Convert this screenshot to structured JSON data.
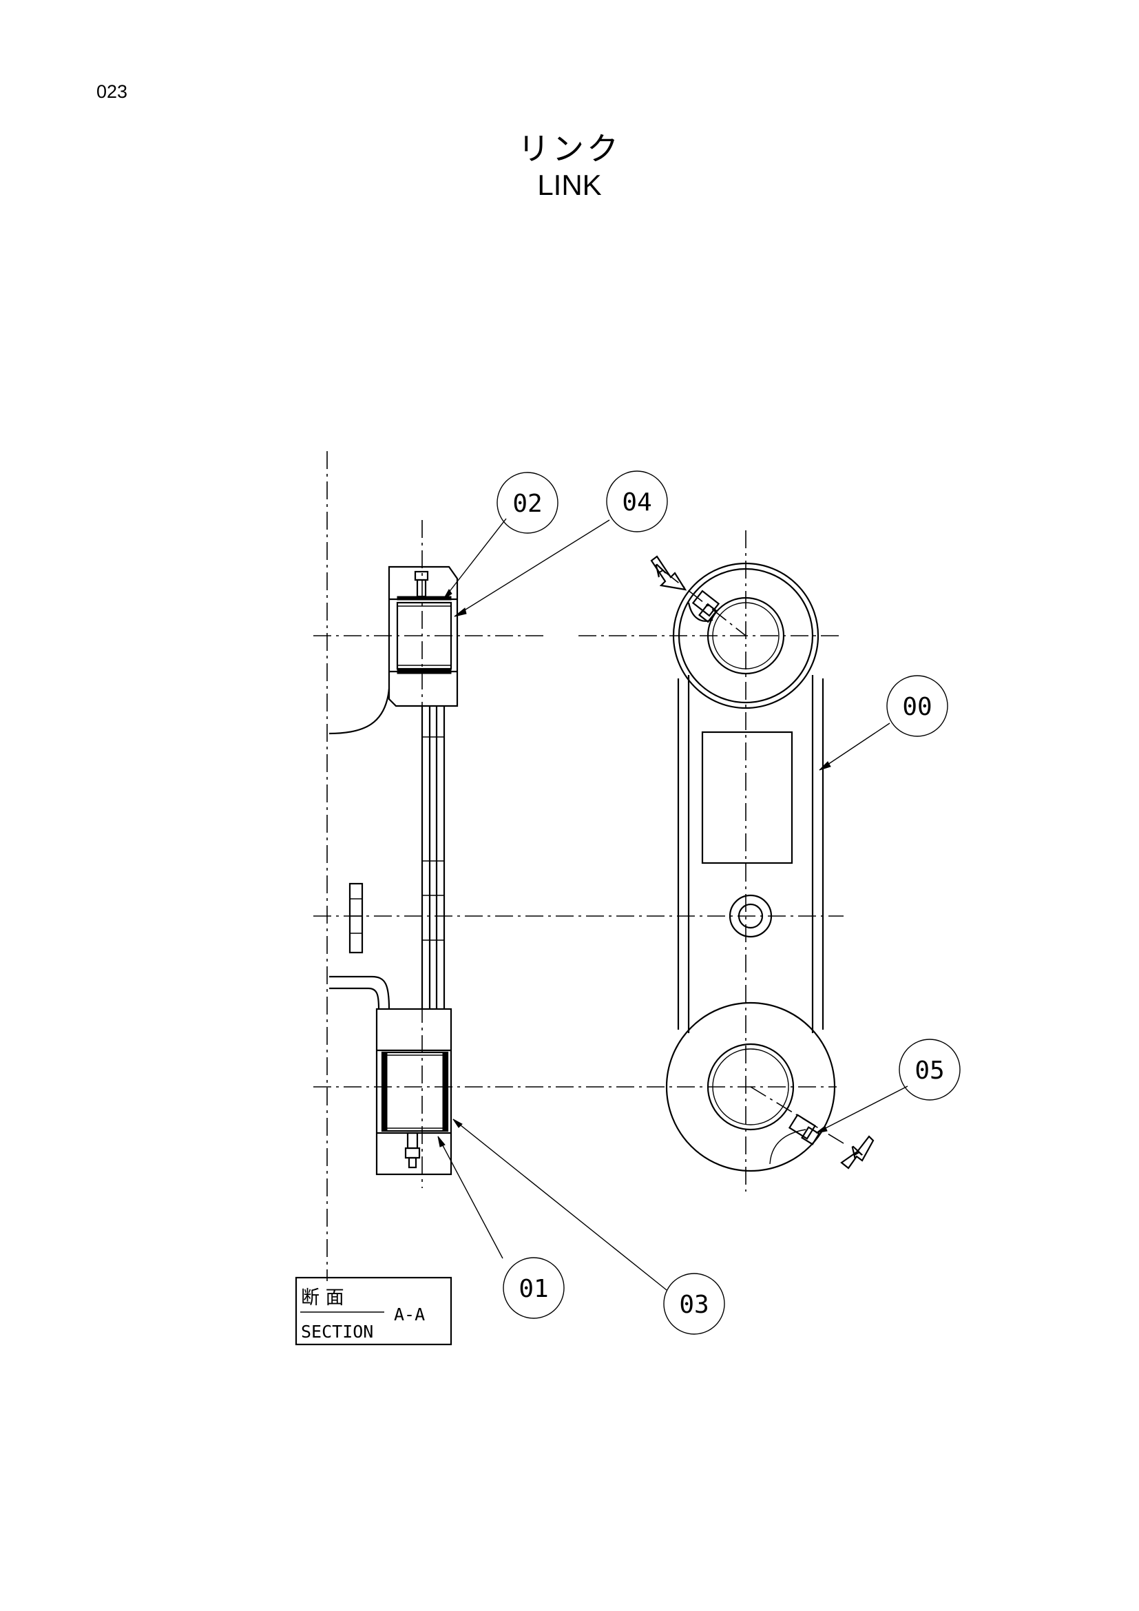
{
  "page": {
    "number": "023"
  },
  "title": {
    "japanese": "リンク",
    "english": "LINK"
  },
  "callouts": {
    "c00": "00",
    "c01": "01",
    "c02": "02",
    "c03": "03",
    "c04": "04",
    "c05": "05"
  },
  "section_marker": {
    "letter": "A"
  },
  "section_box": {
    "japanese": "断  面",
    "english": "SECTION",
    "label": "A-A"
  }
}
